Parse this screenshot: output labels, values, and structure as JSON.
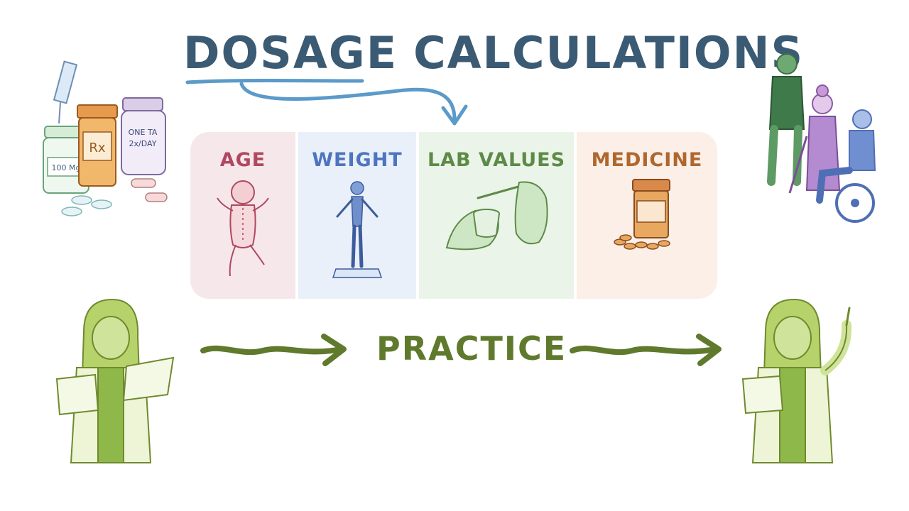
{
  "title": {
    "word1": "DOSAGE",
    "word2": "CALCULATIONS"
  },
  "factors": [
    {
      "label": "AGE",
      "color": "#b04860"
    },
    {
      "label": "WEIGHT",
      "color": "#4f74bf"
    },
    {
      "label": "LAB VALUES",
      "color": "#5d8a48"
    },
    {
      "label": "MEDICINE",
      "color": "#b0672e"
    }
  ],
  "practice": {
    "label": "PRACTICE"
  },
  "illustrations": {
    "vial_label": "100 Mg",
    "rx_label": "Rx",
    "jar_label_line1": "ONE TA",
    "jar_label_line2": "2x/DAY"
  },
  "colors": {
    "title": "#3b5a73",
    "accent_arrow": "#5b9ac9",
    "practice": "#5f7a2c"
  }
}
